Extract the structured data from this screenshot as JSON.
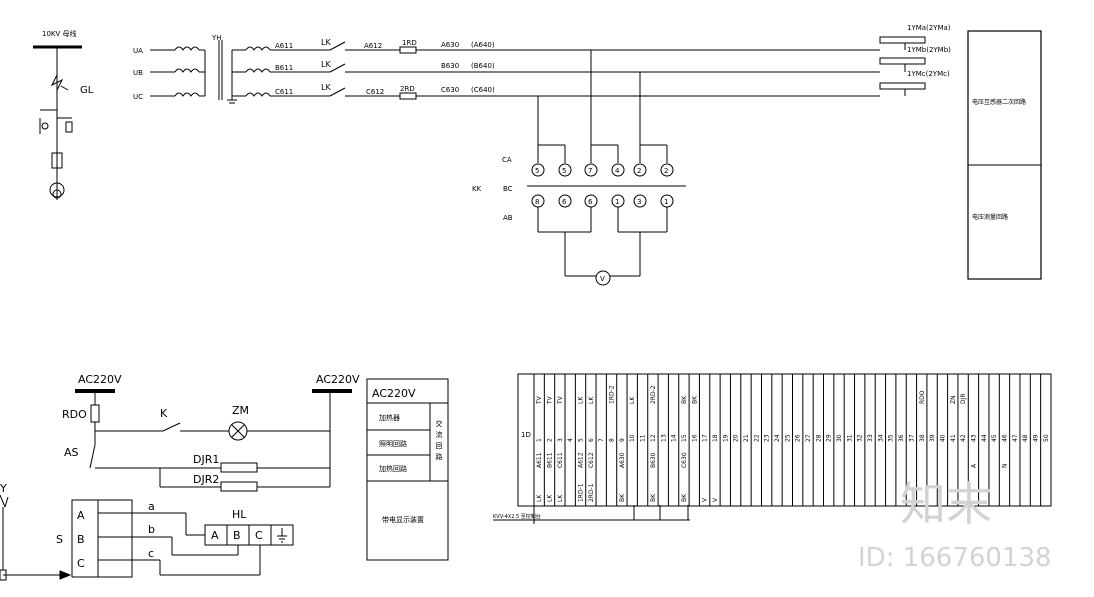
{
  "supply": {
    "bus_label": "10KV 母线",
    "gl": "GL",
    "ua": "UA",
    "ub": "UB",
    "uc": "UC",
    "yh": "YH",
    "a611": "A611",
    "b611": "B611",
    "c611": "C611",
    "lk": "LK",
    "a612": "A612",
    "c612": "C612",
    "rd1": "1RD",
    "rd2": "2RD",
    "a630": "A630",
    "b630": "B630",
    "c630": "C630",
    "a640": "(A640)",
    "b640": "(B640)",
    "c640": "(C640)",
    "ym_a": "1YMa(2YMa)",
    "ym_b": "1YMb(2YMb)",
    "ym_c": "1YMc(2YMc)"
  },
  "right_box": {
    "top_label": "电压互感器二次回路",
    "bottom_label": "电压测量回路"
  },
  "switch": {
    "kk": "KK",
    "ca": "CA",
    "bc": "BC",
    "ab": "AB",
    "ca_nums": [
      "5",
      "5",
      "7",
      "4",
      "2",
      "2"
    ],
    "ab_nums": [
      "8",
      "6",
      "6",
      "1",
      "3",
      "1"
    ],
    "v": "V"
  },
  "control": {
    "ac_left": "AC220V",
    "ac_right": "AC220V",
    "rdo": "RDO",
    "k": "K",
    "zm": "ZM",
    "as": "AS",
    "djr1": "DJR1",
    "djr2": "DJR2",
    "hl": "HL",
    "a": "a",
    "b": "b",
    "c": "c",
    "terminals": [
      "A",
      "B",
      "C"
    ],
    "s": "S",
    "sa": "A",
    "sb": "B",
    "sc": "C",
    "y": "Y"
  },
  "legend_table": {
    "header": "AC220V",
    "rows": [
      "加热器",
      "照明回路",
      "加热回路"
    ],
    "side": "交流回路",
    "bottom": "带电显示装置"
  },
  "terminal_strip": {
    "id": "1D",
    "top_labels": [
      "TV",
      "TV",
      "TV",
      "",
      "LK",
      "LK",
      "",
      "1RD-2",
      "",
      "LK",
      "",
      "2RD-2",
      "",
      "",
      "BK",
      "BK",
      "",
      "",
      "",
      "",
      "",
      "",
      "",
      "",
      "",
      "",
      "",
      "",
      "",
      "",
      "",
      "",
      "",
      "",
      "",
      "",
      "",
      "RDO",
      "",
      "",
      "ZN",
      "DJR"
    ],
    "numbers": [
      "1",
      "2",
      "3",
      "4",
      "5",
      "6",
      "7",
      "8",
      "9",
      "10",
      "11",
      "12",
      "13",
      "14",
      "15",
      "16",
      "17",
      "18",
      "19",
      "20",
      "21",
      "22",
      "23",
      "24",
      "25",
      "26",
      "27",
      "28",
      "29",
      "30",
      "31",
      "32",
      "33",
      "34",
      "35",
      "36",
      "37",
      "38",
      "39",
      "40",
      "41",
      "42",
      "43",
      "44",
      "45",
      "46",
      "47",
      "48",
      "49",
      "50"
    ],
    "wires": [
      "A611",
      "B611",
      "C611",
      "",
      "A612",
      "C612",
      "",
      "",
      "A630",
      "",
      "",
      "B630",
      "",
      "",
      "C630",
      "",
      "",
      "",
      "",
      "",
      "",
      "",
      "",
      "",
      "",
      "",
      "",
      "",
      "",
      "",
      "",
      "",
      "",
      "",
      "",
      "",
      "",
      "",
      "",
      "",
      "",
      "",
      "A",
      "",
      "",
      "N",
      "",
      "",
      "",
      ""
    ],
    "bottom_labels": [
      "LK",
      "LK",
      "LK",
      "",
      "1RD-1",
      "2RD-1",
      "",
      "",
      "BK",
      "",
      "",
      "BK",
      "",
      "",
      "BK",
      "",
      "V",
      "V",
      "",
      "",
      "",
      "",
      "",
      "",
      "",
      "",
      "",
      "",
      "",
      "",
      "",
      "",
      "",
      "",
      "",
      "",
      "",
      "",
      "",
      "",
      "",
      "",
      "",
      "",
      "",
      "",
      "",
      "",
      "",
      ""
    ],
    "cable": "KVV-4X2.5 至控制台"
  },
  "watermark": {
    "brand": "知末",
    "id": "ID: 166760138"
  }
}
